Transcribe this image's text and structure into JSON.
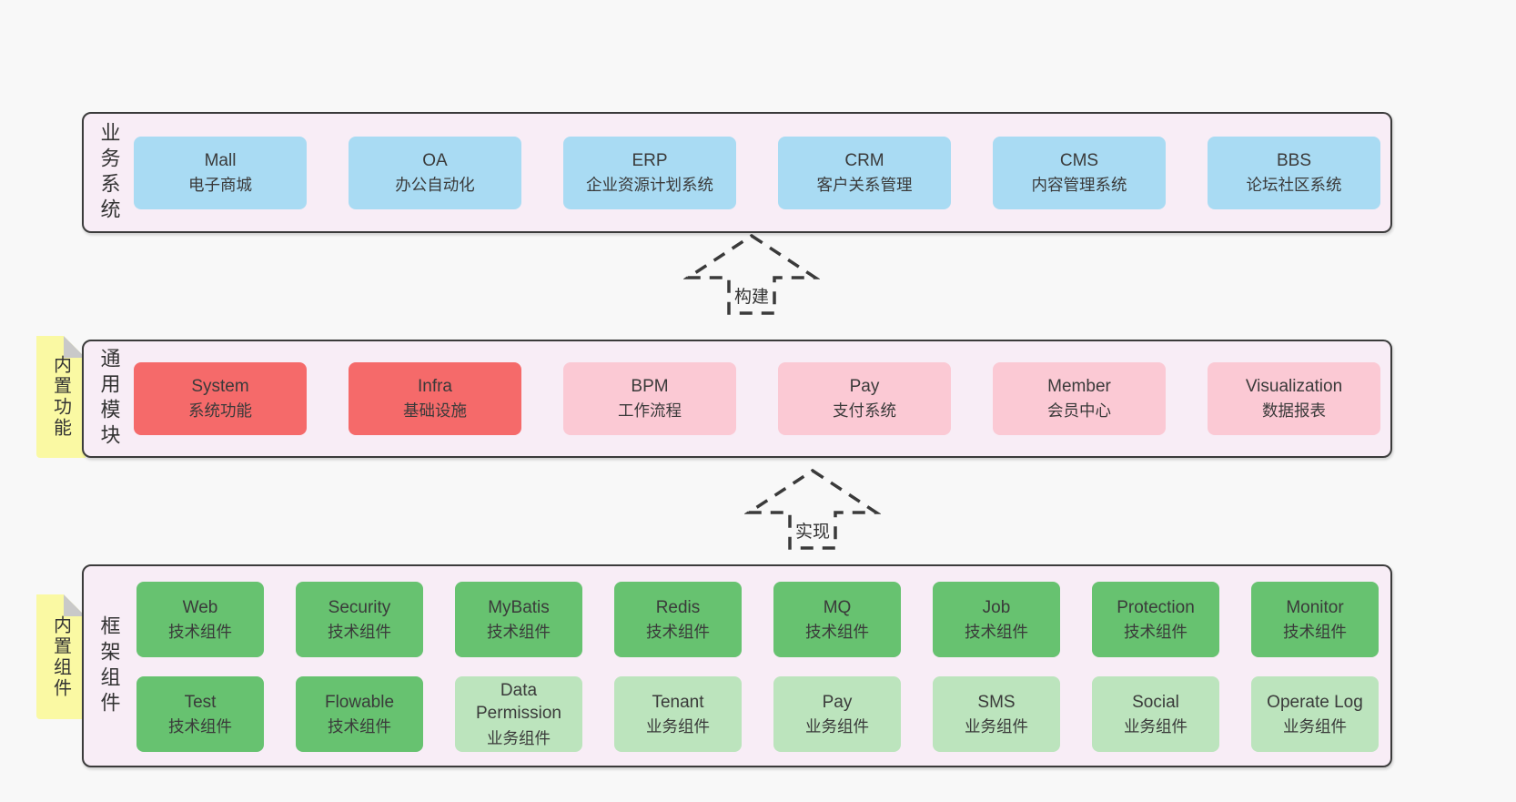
{
  "diagram": {
    "layers": [
      {
        "side_label": "业务系统",
        "boxes": [
          {
            "name": "Mall",
            "desc": "电子商城"
          },
          {
            "name": "OA",
            "desc": "办公自动化"
          },
          {
            "name": "ERP",
            "desc": "企业资源计划系统"
          },
          {
            "name": "CRM",
            "desc": "客户关系管理"
          },
          {
            "name": "CMS",
            "desc": "内容管理系统"
          },
          {
            "name": "BBS",
            "desc": "论坛社区系统"
          }
        ]
      },
      {
        "side_label": "通用模块",
        "sticky_tag": "内置功能",
        "boxes": [
          {
            "name": "System",
            "desc": "系统功能"
          },
          {
            "name": "Infra",
            "desc": "基础设施"
          },
          {
            "name": "BPM",
            "desc": "工作流程"
          },
          {
            "name": "Pay",
            "desc": "支付系统"
          },
          {
            "name": "Member",
            "desc": "会员中心"
          },
          {
            "name": "Visualization",
            "desc": "数据报表"
          }
        ]
      },
      {
        "side_label": "框架组件",
        "sticky_tag": "内置组件",
        "rows": [
          [
            {
              "name": "Web",
              "desc": "技术组件"
            },
            {
              "name": "Security",
              "desc": "技术组件"
            },
            {
              "name": "MyBatis",
              "desc": "技术组件"
            },
            {
              "name": "Redis",
              "desc": "技术组件"
            },
            {
              "name": "MQ",
              "desc": "技术组件"
            },
            {
              "name": "Job",
              "desc": "技术组件"
            },
            {
              "name": "Protection",
              "desc": "技术组件"
            },
            {
              "name": "Monitor",
              "desc": "技术组件"
            }
          ],
          [
            {
              "name": "Test",
              "desc": "技术组件"
            },
            {
              "name": "Flowable",
              "desc": "技术组件"
            },
            {
              "name": "Data Permission",
              "desc": "业务组件"
            },
            {
              "name": "Tenant",
              "desc": "业务组件"
            },
            {
              "name": "Pay",
              "desc": "业务组件"
            },
            {
              "name": "SMS",
              "desc": "业务组件"
            },
            {
              "name": "Social",
              "desc": "业务组件"
            },
            {
              "name": "Operate Log",
              "desc": "业务组件"
            }
          ]
        ]
      }
    ],
    "arrows": [
      {
        "label": "构建"
      },
      {
        "label": "实现"
      }
    ],
    "colors": {
      "background": "#f8f8f8",
      "panel_fill": "#f8edf6",
      "panel_border": "#3b3b3b",
      "blue_box": "#a9dbf3",
      "red_box": "#f56a6a",
      "pink_box": "#fbc9d4",
      "green_box": "#67c270",
      "light_green_box": "#bce4bd",
      "sticky_yellow": "#faf9a3",
      "fold_gray": "#c9c9c9",
      "text": "#3a3a3a"
    }
  }
}
